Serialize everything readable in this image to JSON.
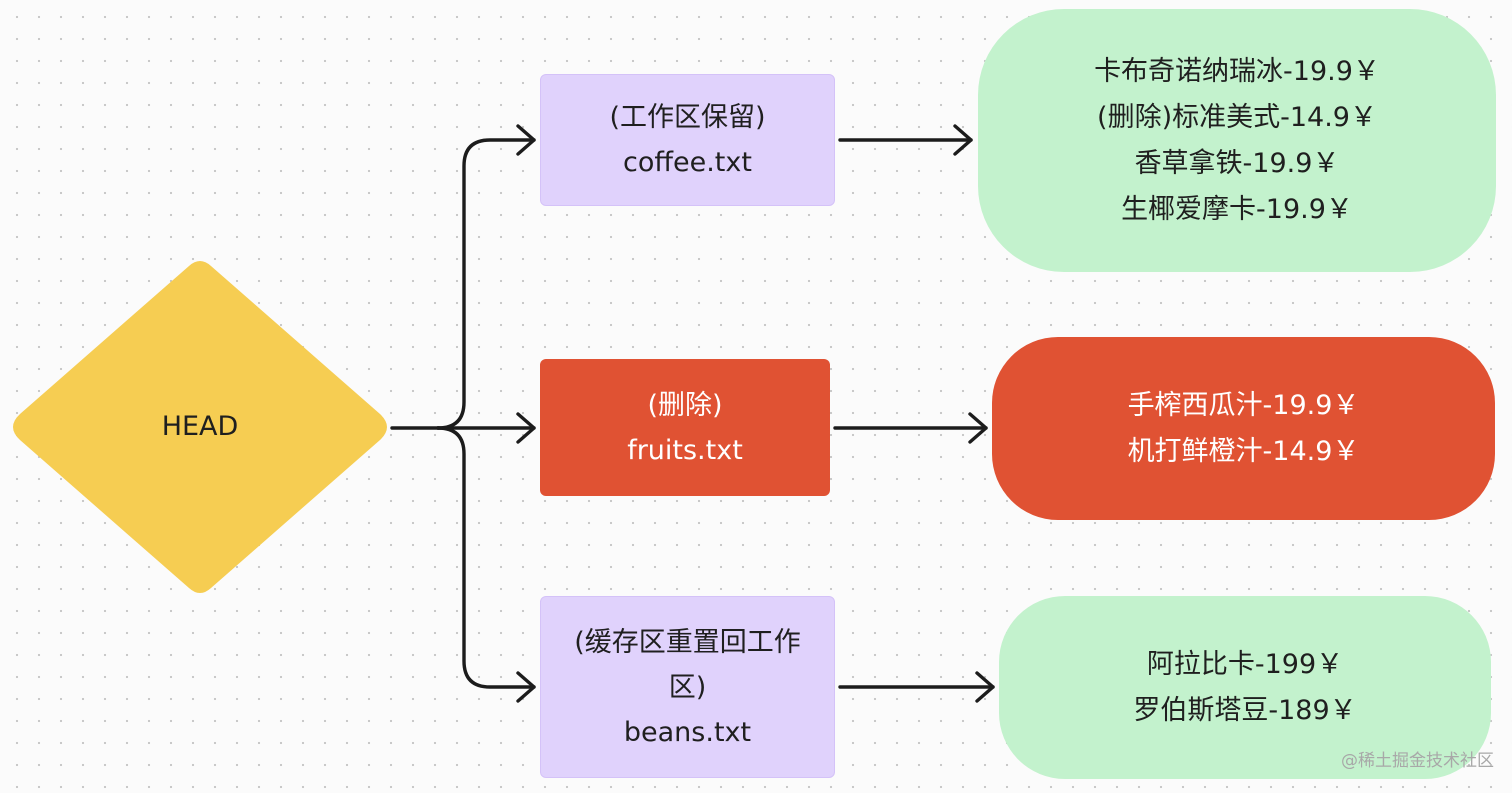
{
  "head": {
    "label": "HEAD",
    "color": "#f6cd52"
  },
  "files": [
    {
      "id": "coffee",
      "status": "(工作区保留)",
      "status_lines": [
        "(工作区保留)"
      ],
      "filename": "coffee.txt",
      "box_color": "#e0d2fc",
      "contents": [
        "卡布奇诺纳瑞冰-19.9￥",
        "(删除)标准美式-14.9￥",
        "香草拿铁-19.9￥",
        "生椰爱摩卡-19.9￥"
      ],
      "contents_color": "#c3f2cd"
    },
    {
      "id": "fruits",
      "status": "(删除)",
      "status_lines": [
        "(删除)"
      ],
      "filename": "fruits.txt",
      "box_color": "#e05233",
      "contents": [
        "手榨西瓜汁-19.9￥",
        "机打鲜橙汁-14.9￥"
      ],
      "contents_color": "#e05233"
    },
    {
      "id": "beans",
      "status": "(缓存区重置回工作区)",
      "status_lines": [
        "(缓存区重置回工作",
        "区)"
      ],
      "filename": "beans.txt",
      "box_color": "#e0d2fc",
      "contents": [
        "阿拉比卡-199￥",
        "罗伯斯塔豆-189￥"
      ],
      "contents_color": "#c3f2cd"
    }
  ],
  "watermark": "@稀土掘金技术社区"
}
